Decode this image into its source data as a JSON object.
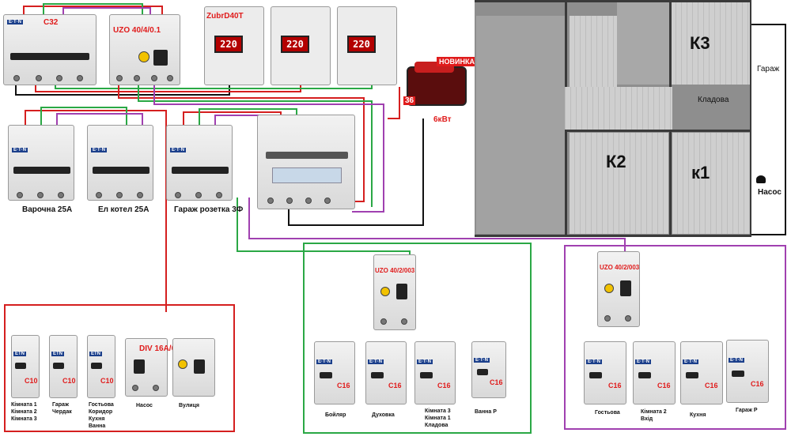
{
  "top": {
    "main_breaker": "C32",
    "rcd_main": "UZO 40/4/0.1",
    "relay_title": "ZubrD40T",
    "relay_display": "220"
  },
  "generator": {
    "badge": "НОВИНКА",
    "power": "6кВт",
    "tag": "36"
  },
  "groups3p": [
    {
      "label": "Варочна 25А"
    },
    {
      "label": "Ел котел 25А"
    },
    {
      "label": "Гараж розетка 3Ф"
    }
  ],
  "plan": {
    "k3": "К3",
    "k2": "К2",
    "k1": "к1",
    "pantry": "Кладова",
    "garage": "Гараж",
    "pump": "Насос"
  },
  "red_group": {
    "breakers": [
      {
        "rating": "C10",
        "lines": [
          "Кімната 1",
          "Кімната 2",
          "Кімната 3"
        ]
      },
      {
        "rating": "C10",
        "lines": [
          "Гараж",
          "Чердак"
        ]
      },
      {
        "rating": "C10",
        "lines": [
          "Гостьова",
          "Коридор",
          "Кухня",
          "Ванна"
        ]
      }
    ],
    "rcbo": "DIV 16A/003",
    "rcbo_lines": [
      "Насос",
      "Вулиця"
    ]
  },
  "green_group": {
    "rcd": "UZO 40/2/003",
    "breakers": [
      {
        "rating": "C16",
        "lines": [
          "Бойляр"
        ]
      },
      {
        "rating": "C16",
        "lines": [
          "Духовка"
        ]
      },
      {
        "rating": "C16",
        "lines": [
          "Кімната 3",
          "Кімната 1",
          "Кладова"
        ]
      },
      {
        "rating": "C16",
        "lines": [
          "Ванна Р"
        ]
      }
    ]
  },
  "purple_group": {
    "rcd": "UZO 40/2/003",
    "breakers": [
      {
        "rating": "C16",
        "lines": [
          "Гостьова"
        ]
      },
      {
        "rating": "C16",
        "lines": [
          "Кімната 2",
          "Вхід"
        ]
      },
      {
        "rating": "C16",
        "lines": [
          "Кухня"
        ]
      },
      {
        "rating": "C16",
        "lines": [
          "Гараж Р"
        ]
      }
    ]
  },
  "colors": {
    "red": "#d51f1f",
    "green": "#2aa845",
    "purple": "#a040b0",
    "black": "#111111"
  }
}
